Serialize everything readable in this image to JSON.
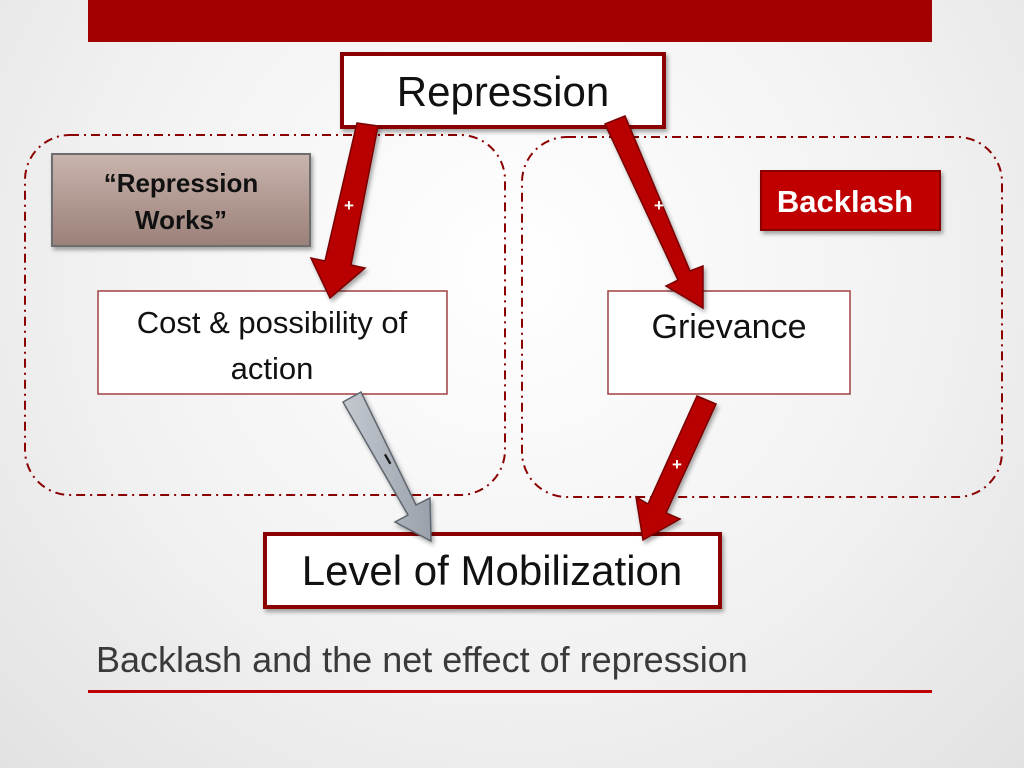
{
  "slide": {
    "title": "Backlash and the net effect of repression",
    "accent_color": "#a30000"
  },
  "diagram": {
    "top_node": "Repression",
    "bottom_node": "Level of Mobilization",
    "left_region": {
      "tag_lines": [
        "“Repression",
        "Works”"
      ],
      "tag_color": "#a89088",
      "node_lines": [
        "Cost & possibility of",
        "action"
      ]
    },
    "right_region": {
      "tag": "Backlash",
      "tag_color": "#c00000",
      "node": "Grievance"
    },
    "signs": {
      "repression_to_cost": "+",
      "repression_to_grievance": "+",
      "cost_to_mobilization": "–",
      "grievance_to_mobilization": "+"
    },
    "colors": {
      "arrow_positive": "#b80000",
      "arrow_negative": "#aeb4bc",
      "region_border": "#8b0000"
    }
  }
}
